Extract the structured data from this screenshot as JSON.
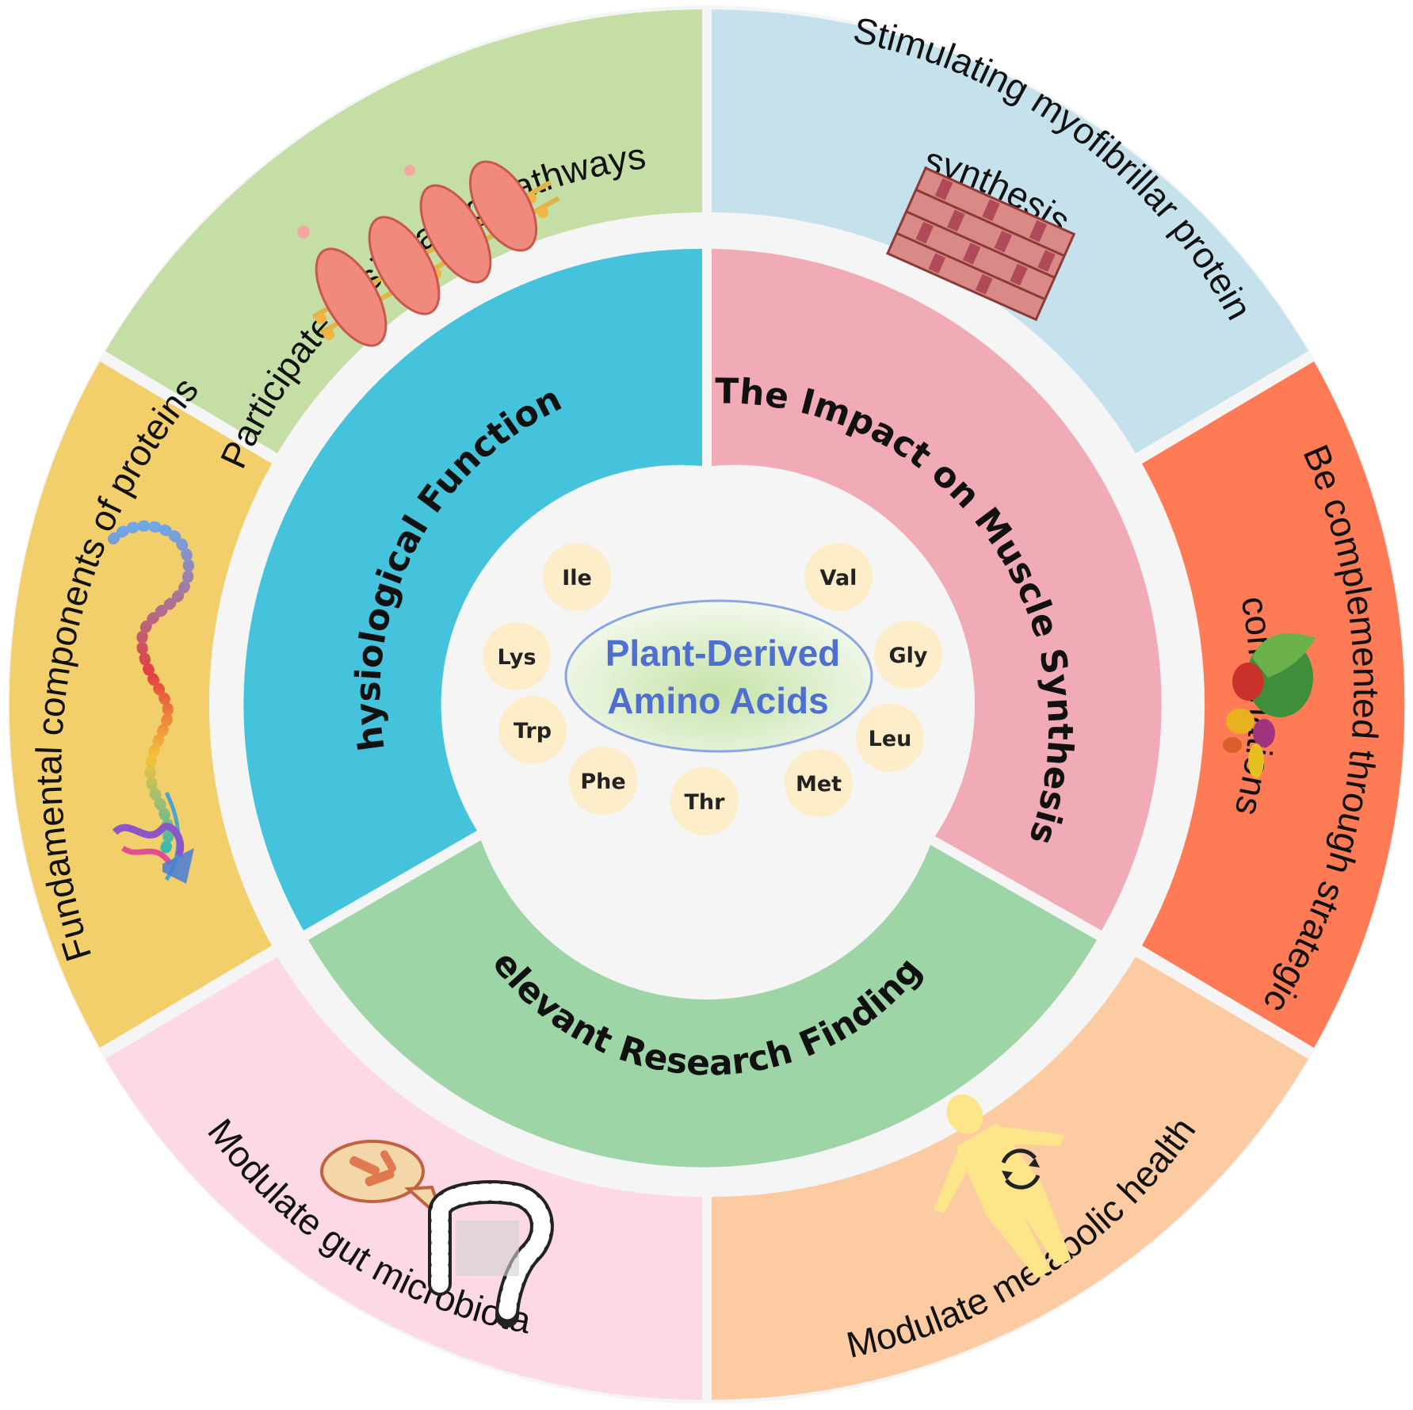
{
  "center": {
    "line1": "Plant-Derived",
    "line2": "Amino Acids",
    "text_color": "#4f6fd0"
  },
  "amino_acids": [
    "Ile",
    "Val",
    "Lys",
    "Gly",
    "Trp",
    "Leu",
    "Phe",
    "Met",
    "Thr"
  ],
  "inner_ring": {
    "physiological": "Physiological Functions",
    "muscle": "The Impact on Muscle Synthesis",
    "research": "Relevant Research Findings"
  },
  "outer_ring": {
    "signaling": "Participate in signaling pathways",
    "myofibrillar_line1": "Stimulating myofibrillar protein",
    "myofibrillar_line2": "synthesis",
    "proteins": "Fundamental components of proteins",
    "complement_line1": "Be complemented through strategic",
    "complement_line2": "combinations",
    "gut": "Modulate gut microbiota",
    "metabolic": "Modulate metabolic health"
  },
  "colors": {
    "background": "#f5f5f5",
    "signaling": "#c5dea5",
    "myofibrillar": "#c5e2ec",
    "proteins": "#f2cf6b",
    "complement": "#ff7b56",
    "gut": "#fdd9e5",
    "metabolic": "#fdcba1",
    "physiological": "#45c3dc",
    "muscle": "#f0abb6",
    "research": "#9ed5a6",
    "amino_circle": "#fdedc8"
  },
  "icons": [
    "dna-helix-icon",
    "muscle-fiber-icon",
    "protein-chain-icon",
    "vegetables-icon",
    "intestine-icon",
    "human-body-icon"
  ]
}
